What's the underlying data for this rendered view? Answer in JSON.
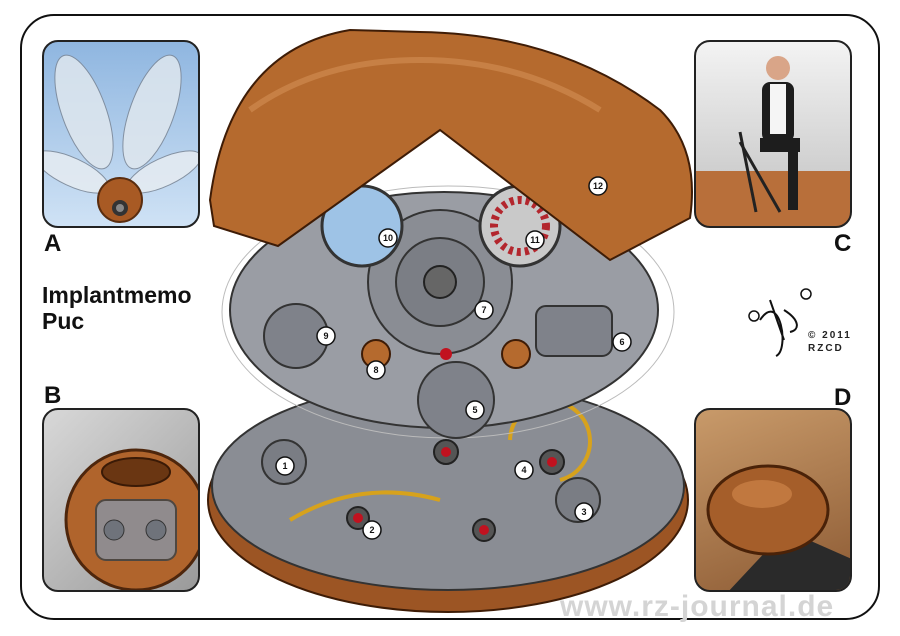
{
  "title": {
    "line1": "Implantmemo",
    "line2": "Puc"
  },
  "insets": {
    "a": "A",
    "b": "B",
    "c": "C",
    "d": "D"
  },
  "copyright": {
    "year": "© 2011",
    "initials": "RZCD"
  },
  "watermark": "www.rz-journal.de",
  "callouts": [
    "1",
    "2",
    "3",
    "4",
    "5",
    "6",
    "7",
    "8",
    "9",
    "10",
    "11",
    "12"
  ],
  "colors": {
    "case": "#b56a2e",
    "mechanism": "#8a8d94",
    "jewel": "#c1121f",
    "gold": "#d7a21c",
    "sky": "#9ec3e6"
  }
}
